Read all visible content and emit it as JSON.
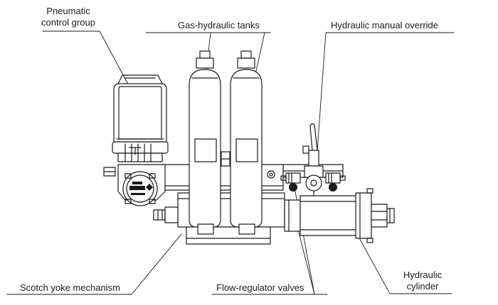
{
  "labels": {
    "pneumatic_control_group_line1": "Pneumatic",
    "pneumatic_control_group_line2": "control group",
    "gas_hydraulic_tanks": "Gas-hydraulic tanks",
    "hydraulic_manual_override": "Hydraulic manual override",
    "scotch_yoke_mechanism": "Scotch yoke mechanism",
    "flow_regulator_valves": "Flow-regulator valves",
    "hydraulic_cylinder_line1": "Hydraulic",
    "hydraulic_cylinder_line2": "cylinder"
  }
}
